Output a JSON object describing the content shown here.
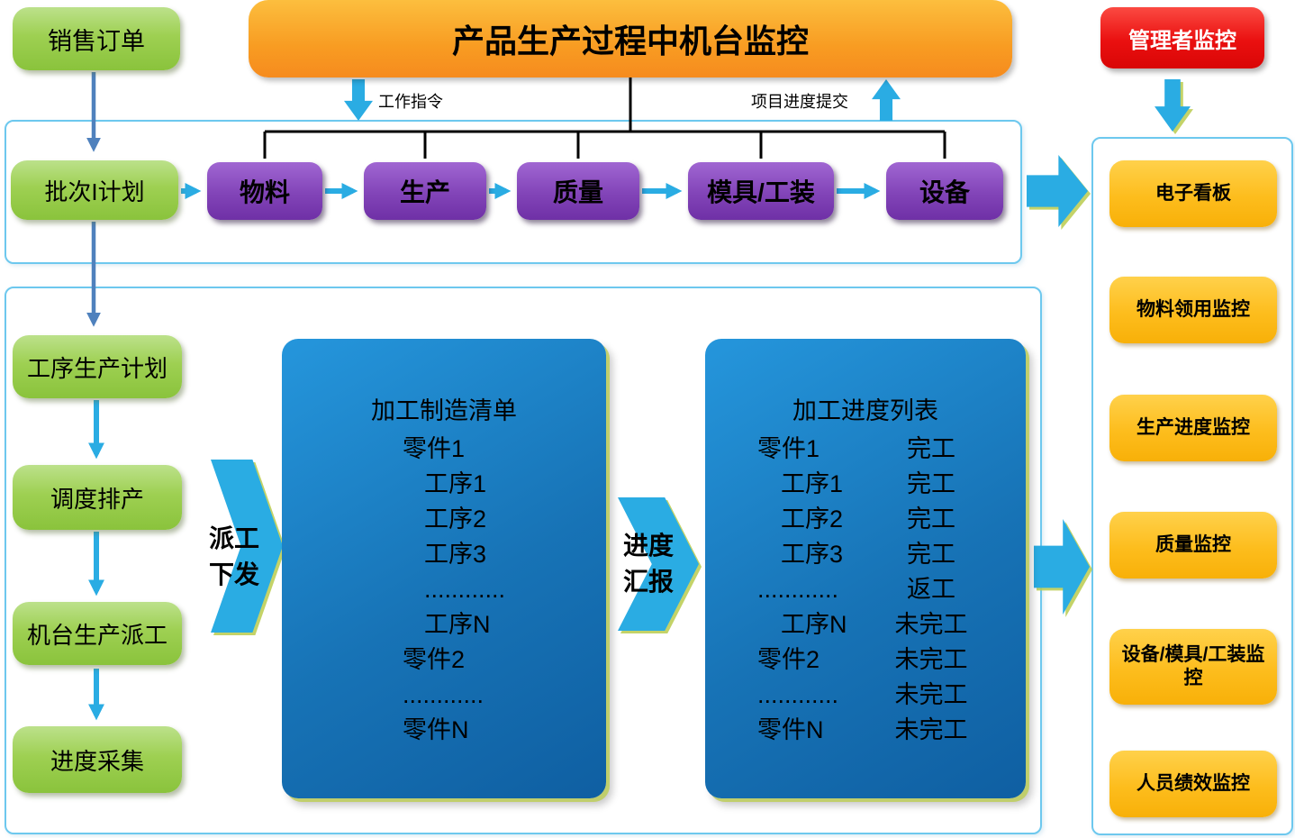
{
  "header": {
    "sales_order": "销售订单",
    "title": "产品生产过程中机台监控",
    "manager_monitor": "管理者监控",
    "work_instruction_label": "工作指令",
    "progress_submit_label": "项目进度提交"
  },
  "pipeline": {
    "batch_plan": "批次I计划",
    "stages": [
      "物料",
      "生产",
      "质量",
      "模具/工装",
      "设备"
    ]
  },
  "execution": {
    "chain": [
      "工序生产计划",
      "调度排产",
      "机台生产派工",
      "进度采集"
    ],
    "dispatch_arrow": {
      "line1": "派工",
      "line2": "下发"
    },
    "report_arrow": {
      "line1": "进度",
      "line2": "汇报"
    },
    "mfg_list": {
      "title": "加工制造清单",
      "rows": [
        {
          "text": "零件1"
        },
        {
          "text": "工序1"
        },
        {
          "text": "工序2"
        },
        {
          "text": "工序3"
        },
        {
          "text": "............"
        },
        {
          "text": "工序N"
        },
        {
          "text": "零件2"
        },
        {
          "text": "............"
        },
        {
          "text": "零件N"
        }
      ]
    },
    "progress_list": {
      "title": "加工进度列表",
      "rows": [
        {
          "item": "零件1",
          "status": "完工"
        },
        {
          "item": "工序1",
          "status": "完工"
        },
        {
          "item": "工序2",
          "status": "完工"
        },
        {
          "item": "工序3",
          "status": "完工"
        },
        {
          "item": "............",
          "status": "返工"
        },
        {
          "item": "工序N",
          "status": "未完工"
        },
        {
          "item": "零件2",
          "status": "未完工"
        },
        {
          "item": "............",
          "status": "未完工"
        },
        {
          "item": "零件N",
          "status": "未完工"
        }
      ]
    }
  },
  "monitor_panel": {
    "items": [
      "电子看板",
      "物料领用监控",
      "生产进度监控",
      "质量监控",
      "设备/模具/工装监控",
      "人员绩效监控"
    ]
  },
  "colors": {
    "green": "#94c83f",
    "orange": "#f7941e",
    "red": "#ec1c24",
    "purple": "#7e3db3",
    "yellow": "#fcb713",
    "panel_blue": "#1470b4",
    "arrow_blue": "#2aace3"
  }
}
